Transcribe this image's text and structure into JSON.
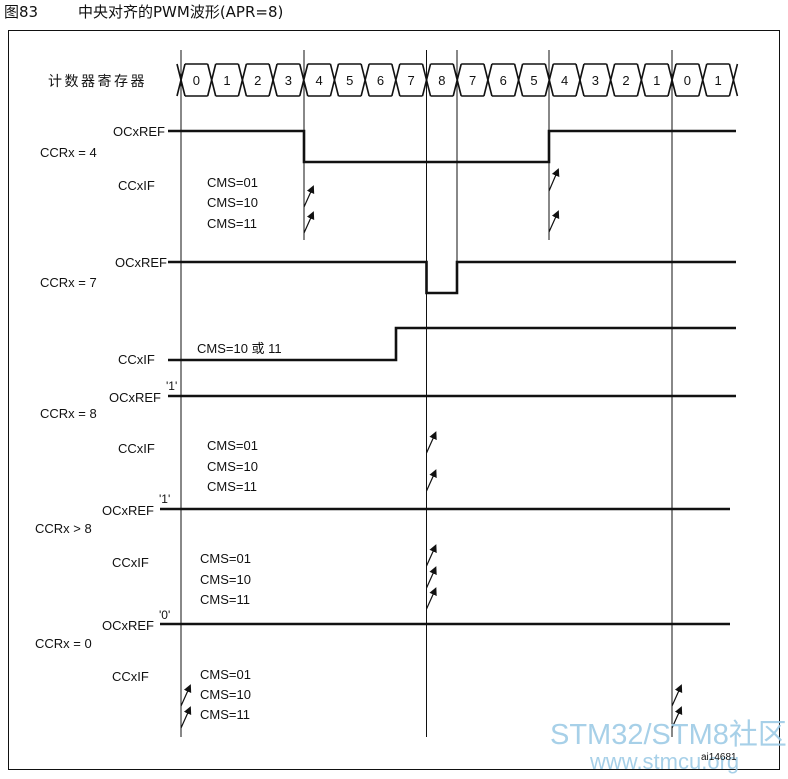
{
  "title": {
    "number": "图83",
    "caption": "中央对齐的PWM波形(APR=8)"
  },
  "counter": {
    "label": "计数器寄存器",
    "values": [
      "0",
      "1",
      "2",
      "3",
      "4",
      "5",
      "6",
      "7",
      "8",
      "7",
      "6",
      "5",
      "4",
      "3",
      "2",
      "1",
      "0",
      "1"
    ]
  },
  "panel_ccr4": {
    "ref_label": "OCxREF",
    "ccr_label": "CCRx = 4",
    "flag_label": "CCxIF",
    "cms": [
      "CMS=01",
      "CMS=10",
      "CMS=11"
    ]
  },
  "panel_ccr7": {
    "ref_label": "OCxREF",
    "ccr_label": "CCRx = 7",
    "flag_label": "CCxIF",
    "cms_note": "CMS=10 或 11"
  },
  "panel_ccr8": {
    "level": "'1'",
    "ref_label": "OCxREF",
    "ccr_label": "CCRx = 8",
    "flag_label": "CCxIF",
    "cms": [
      "CMS=01",
      "CMS=10",
      "CMS=11"
    ]
  },
  "panel_ccr_gt8": {
    "level": "'1'",
    "ref_label": "OCxREF",
    "ccr_label": "CCRx > 8",
    "flag_label": "CCxIF",
    "cms": [
      "CMS=01",
      "CMS=10",
      "CMS=11"
    ]
  },
  "panel_ccr0": {
    "level": "'0'",
    "ref_label": "OCxREF",
    "ccr_label": "CCRx = 0",
    "flag_label": "CCxIF",
    "cms": [
      "CMS=01",
      "CMS=10",
      "CMS=11"
    ]
  },
  "figure_id": "ai14681",
  "watermark": {
    "line1": "STM32/STM8社区",
    "line2": "www.stmcu.org"
  }
}
